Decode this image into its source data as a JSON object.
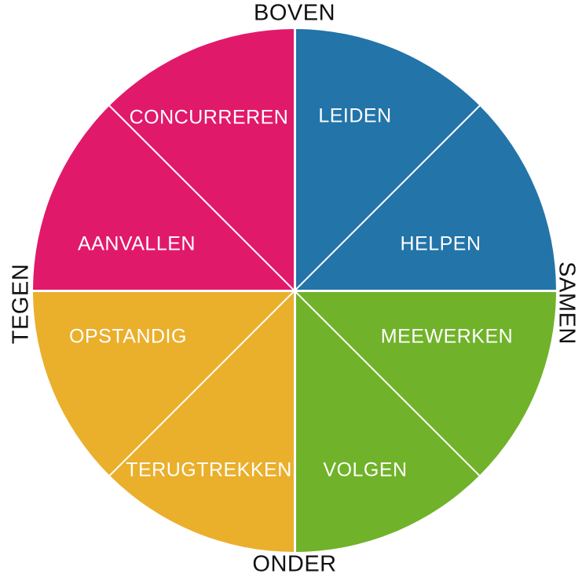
{
  "diagram": {
    "type": "circular-octant-wheel",
    "axes": {
      "top": "BOVEN",
      "bottom": "ONDER",
      "left": "TEGEN",
      "right": "SAMEN"
    },
    "colors": {
      "blue": "#2274A9",
      "green": "#70B229",
      "yellow": "#EAAF2B",
      "pink": "#E1196B",
      "line": "#FFFFFF",
      "axis_text": "#111111",
      "sector_text": "#FFFFFF",
      "background": "#FFFFFF"
    },
    "quadrants": [
      {
        "position": "top-right",
        "color": "#2274A9",
        "sectors": [
          "LEIDEN",
          "HELPEN"
        ]
      },
      {
        "position": "bottom-right",
        "color": "#70B229",
        "sectors": [
          "MEEWERKEN",
          "VOLGEN"
        ]
      },
      {
        "position": "bottom-left",
        "color": "#EAAF2B",
        "sectors": [
          "OPSTANDIG",
          "TERUGTREKKEN"
        ]
      },
      {
        "position": "top-left",
        "color": "#E1196B",
        "sectors": [
          "CONCURREREN",
          "AANVALLEN"
        ]
      }
    ],
    "sectors": [
      {
        "label": "CONCURREREN",
        "octant": "north-west-upper",
        "color": "#E1196B"
      },
      {
        "label": "LEIDEN",
        "octant": "north-east-upper",
        "color": "#2274A9"
      },
      {
        "label": "AANVALLEN",
        "octant": "west-upper",
        "color": "#E1196B"
      },
      {
        "label": "HELPEN",
        "octant": "east-upper",
        "color": "#2274A9"
      },
      {
        "label": "OPSTANDIG",
        "octant": "west-lower",
        "color": "#EAAF2B"
      },
      {
        "label": "MEEWERKEN",
        "octant": "east-lower",
        "color": "#70B229"
      },
      {
        "label": "TERUGTREKKEN",
        "octant": "south-west-lower",
        "color": "#EAAF2B"
      },
      {
        "label": "VOLGEN",
        "octant": "south-east-lower",
        "color": "#70B229"
      }
    ]
  }
}
